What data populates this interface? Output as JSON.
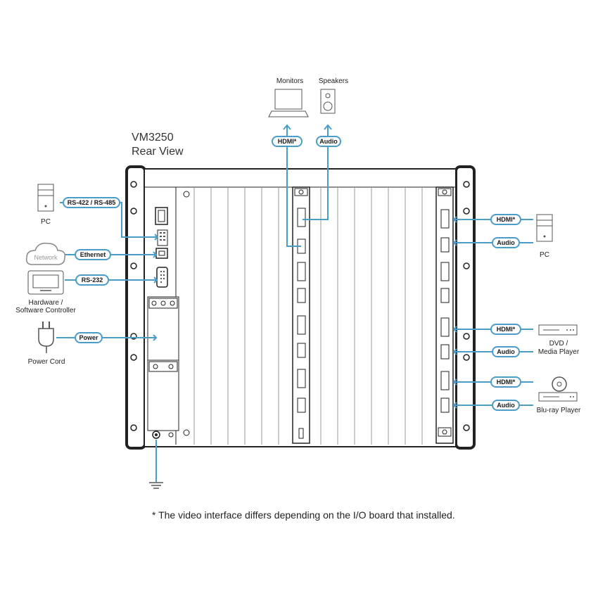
{
  "title": {
    "model": "VM3250",
    "view": "Rear View"
  },
  "top_devices": {
    "monitors": "Monitors",
    "speakers": "Speakers"
  },
  "left_devices": {
    "pc": "PC",
    "network": "Network",
    "controller_line1": "Hardware /",
    "controller_line2": "Software Controller",
    "power_cord": "Power Cord"
  },
  "right_devices": {
    "pc": "PC",
    "dvd_line1": "DVD /",
    "dvd_line2": "Media Player",
    "bluray": "Blu-ray Player"
  },
  "cables": {
    "rs422": "RS-422 / RS-485",
    "ethernet": "Ethernet",
    "rs232": "RS-232",
    "power": "Power",
    "hdmi_out": "HDMI*",
    "audio_out": "Audio",
    "hdmi_in_1": "HDMI*",
    "audio_in_1": "Audio",
    "hdmi_in_2": "HDMI*",
    "audio_in_2": "Audio",
    "hdmi_in_3": "HDMI*",
    "audio_in_3": "Audio"
  },
  "footnote": "* The video interface differs depending on the I/O board that installed."
}
